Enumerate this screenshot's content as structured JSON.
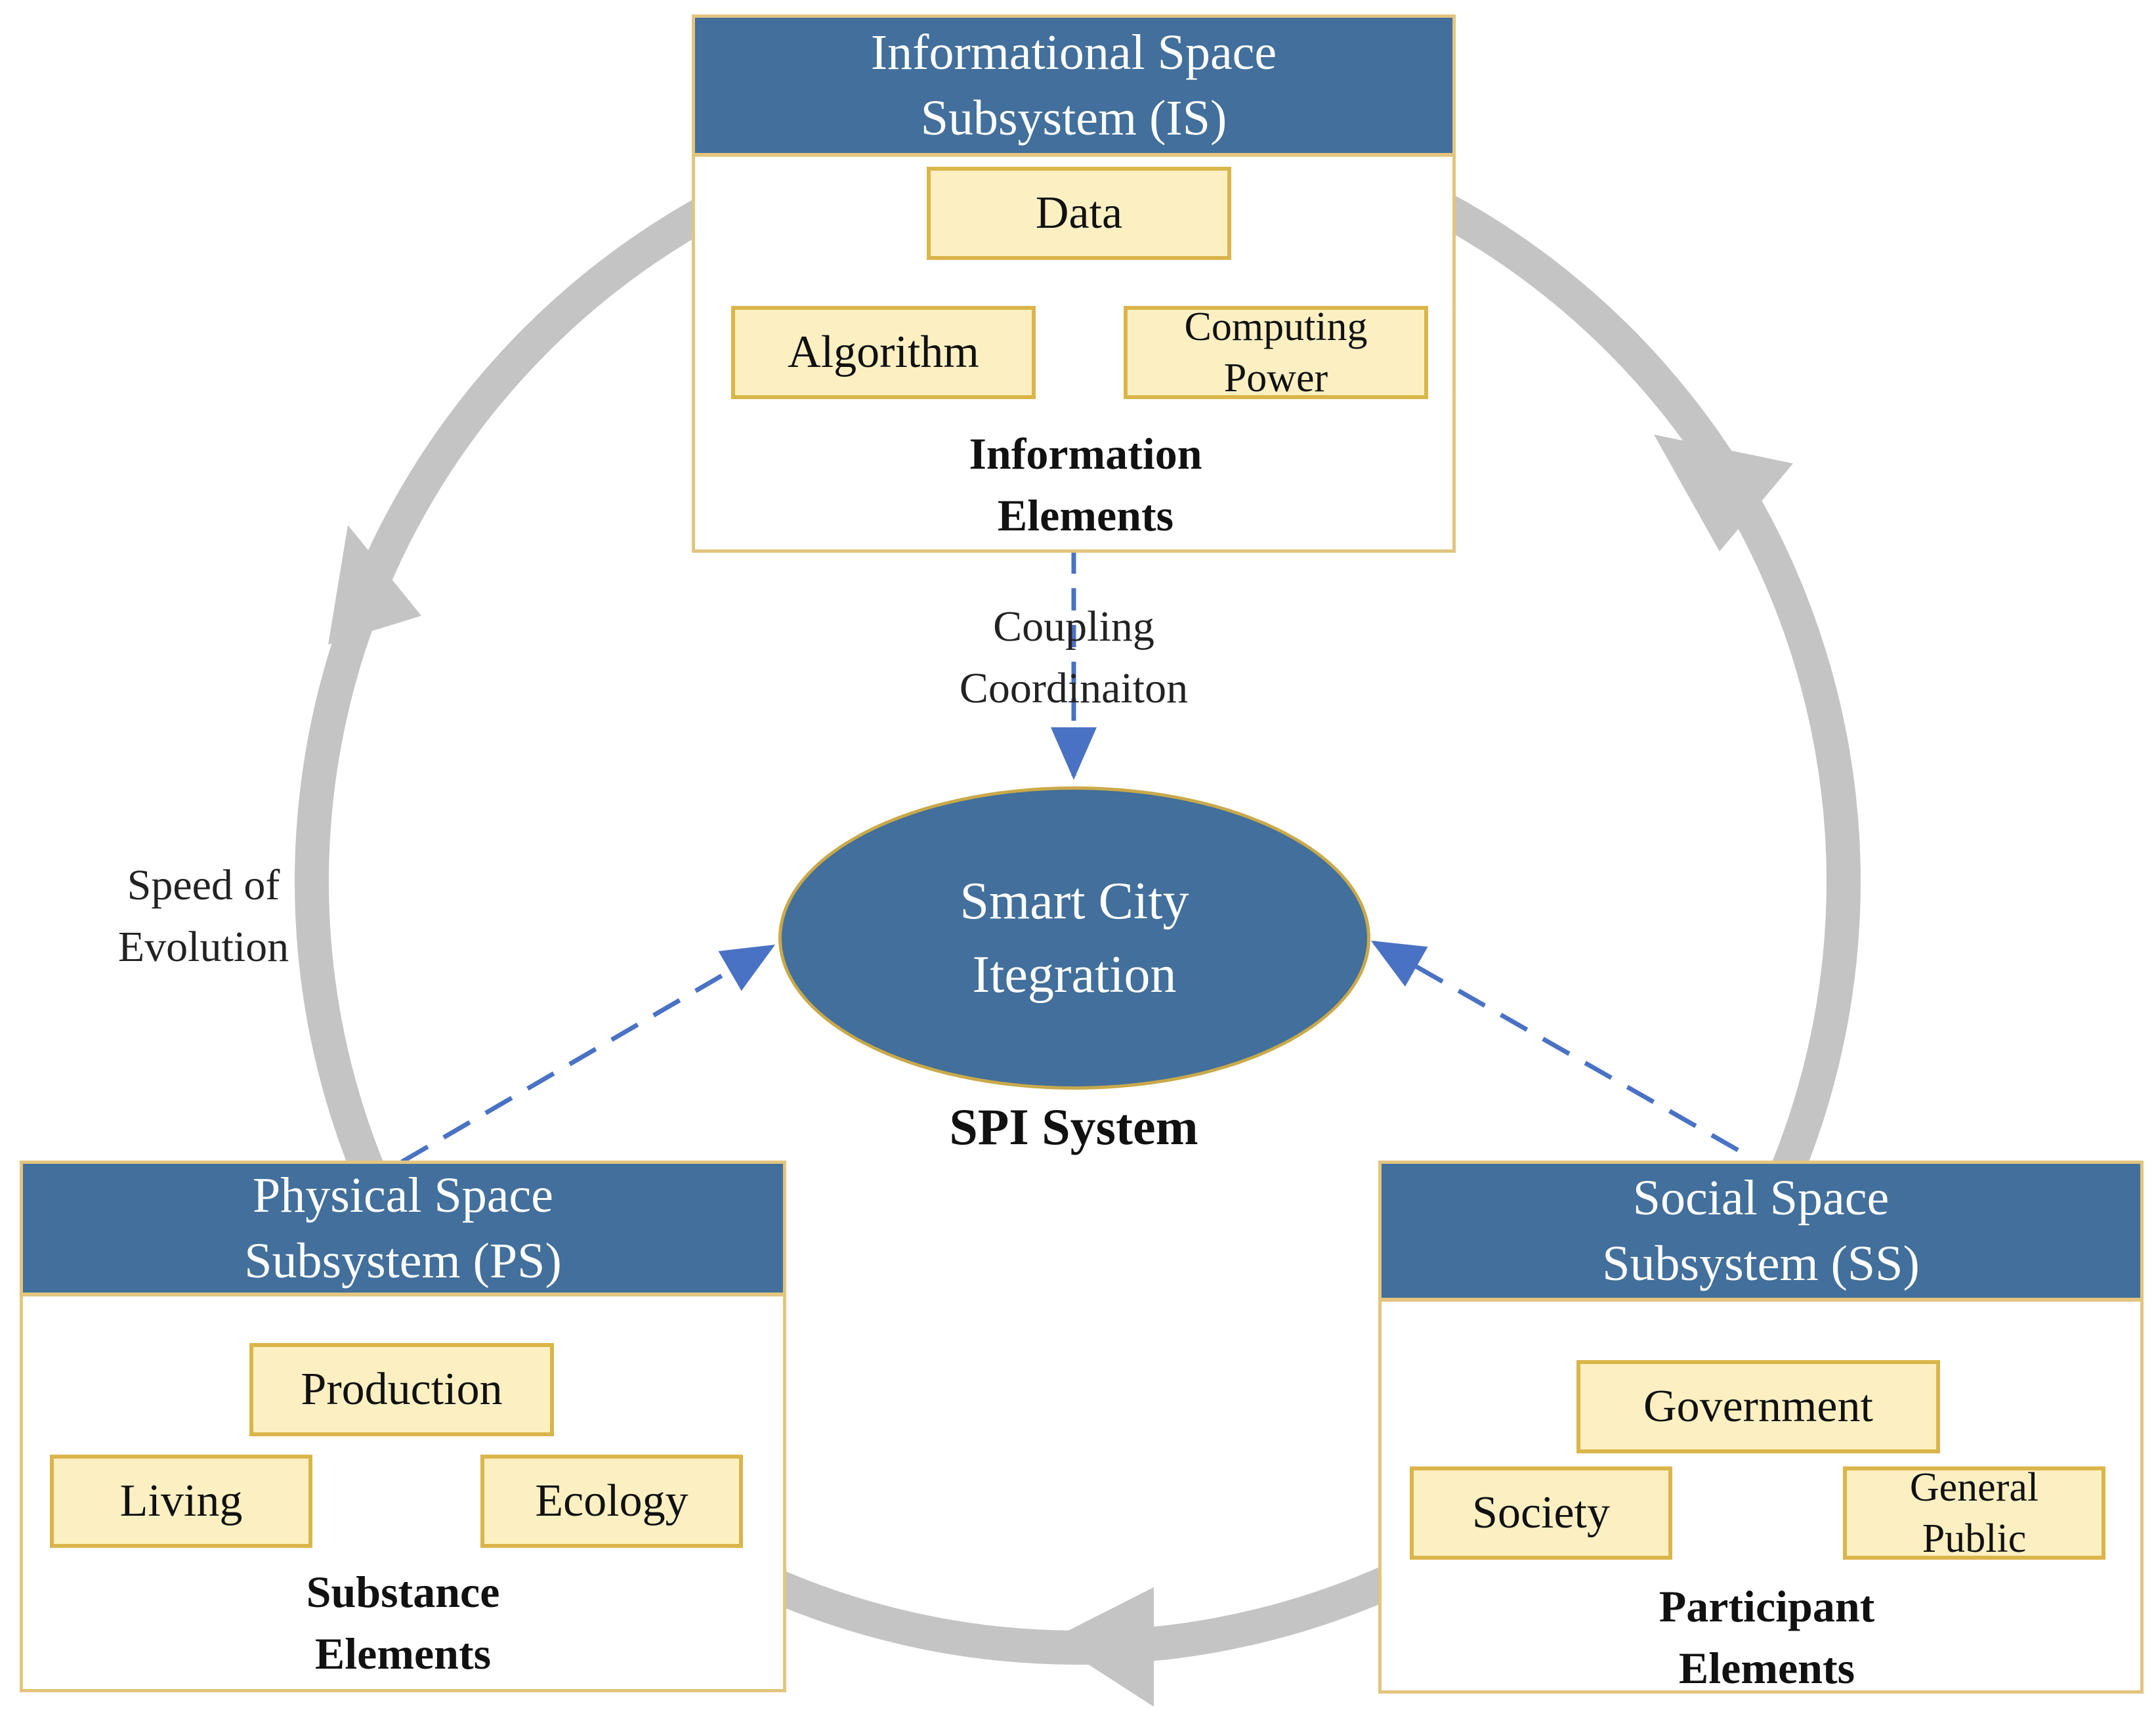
{
  "colors": {
    "header_fill": "#426F9B",
    "element_fill": "#FCF0C2",
    "element_border": "#DAB54A",
    "cycle_arrow": "#C4C4C4",
    "coupling_arrow": "#4A72C4"
  },
  "is_panel": {
    "title_line1": "Informational Space",
    "title_line2": "Subsystem (IS)",
    "elements": [
      "Data",
      "Algorithm"
    ],
    "element_two_line": {
      "line1": "Computing",
      "line2": "Power"
    },
    "caption_line1": "Information",
    "caption_line2": "Elements"
  },
  "ps_panel": {
    "title_line1": "Physical Space",
    "title_line2": "Subsystem (PS)",
    "elements": [
      "Production",
      "Living",
      "Ecology"
    ],
    "caption_line1": "Substance",
    "caption_line2": "Elements"
  },
  "ss_panel": {
    "title_line1": "Social Space",
    "title_line2": "Subsystem (SS)",
    "elements": [
      "Government",
      "Society"
    ],
    "element_two_line": {
      "line1": "General",
      "line2": "Public"
    },
    "caption_line1": "Participant",
    "caption_line2": "Elements"
  },
  "center": {
    "line1": "Smart City",
    "line2": "Itegration",
    "caption": "SPI System"
  },
  "coupling_label": {
    "line1": "Coupling",
    "line2": "Coordinaiton"
  },
  "speed_label": {
    "line1": "Speed of",
    "line2": "Evolution"
  }
}
